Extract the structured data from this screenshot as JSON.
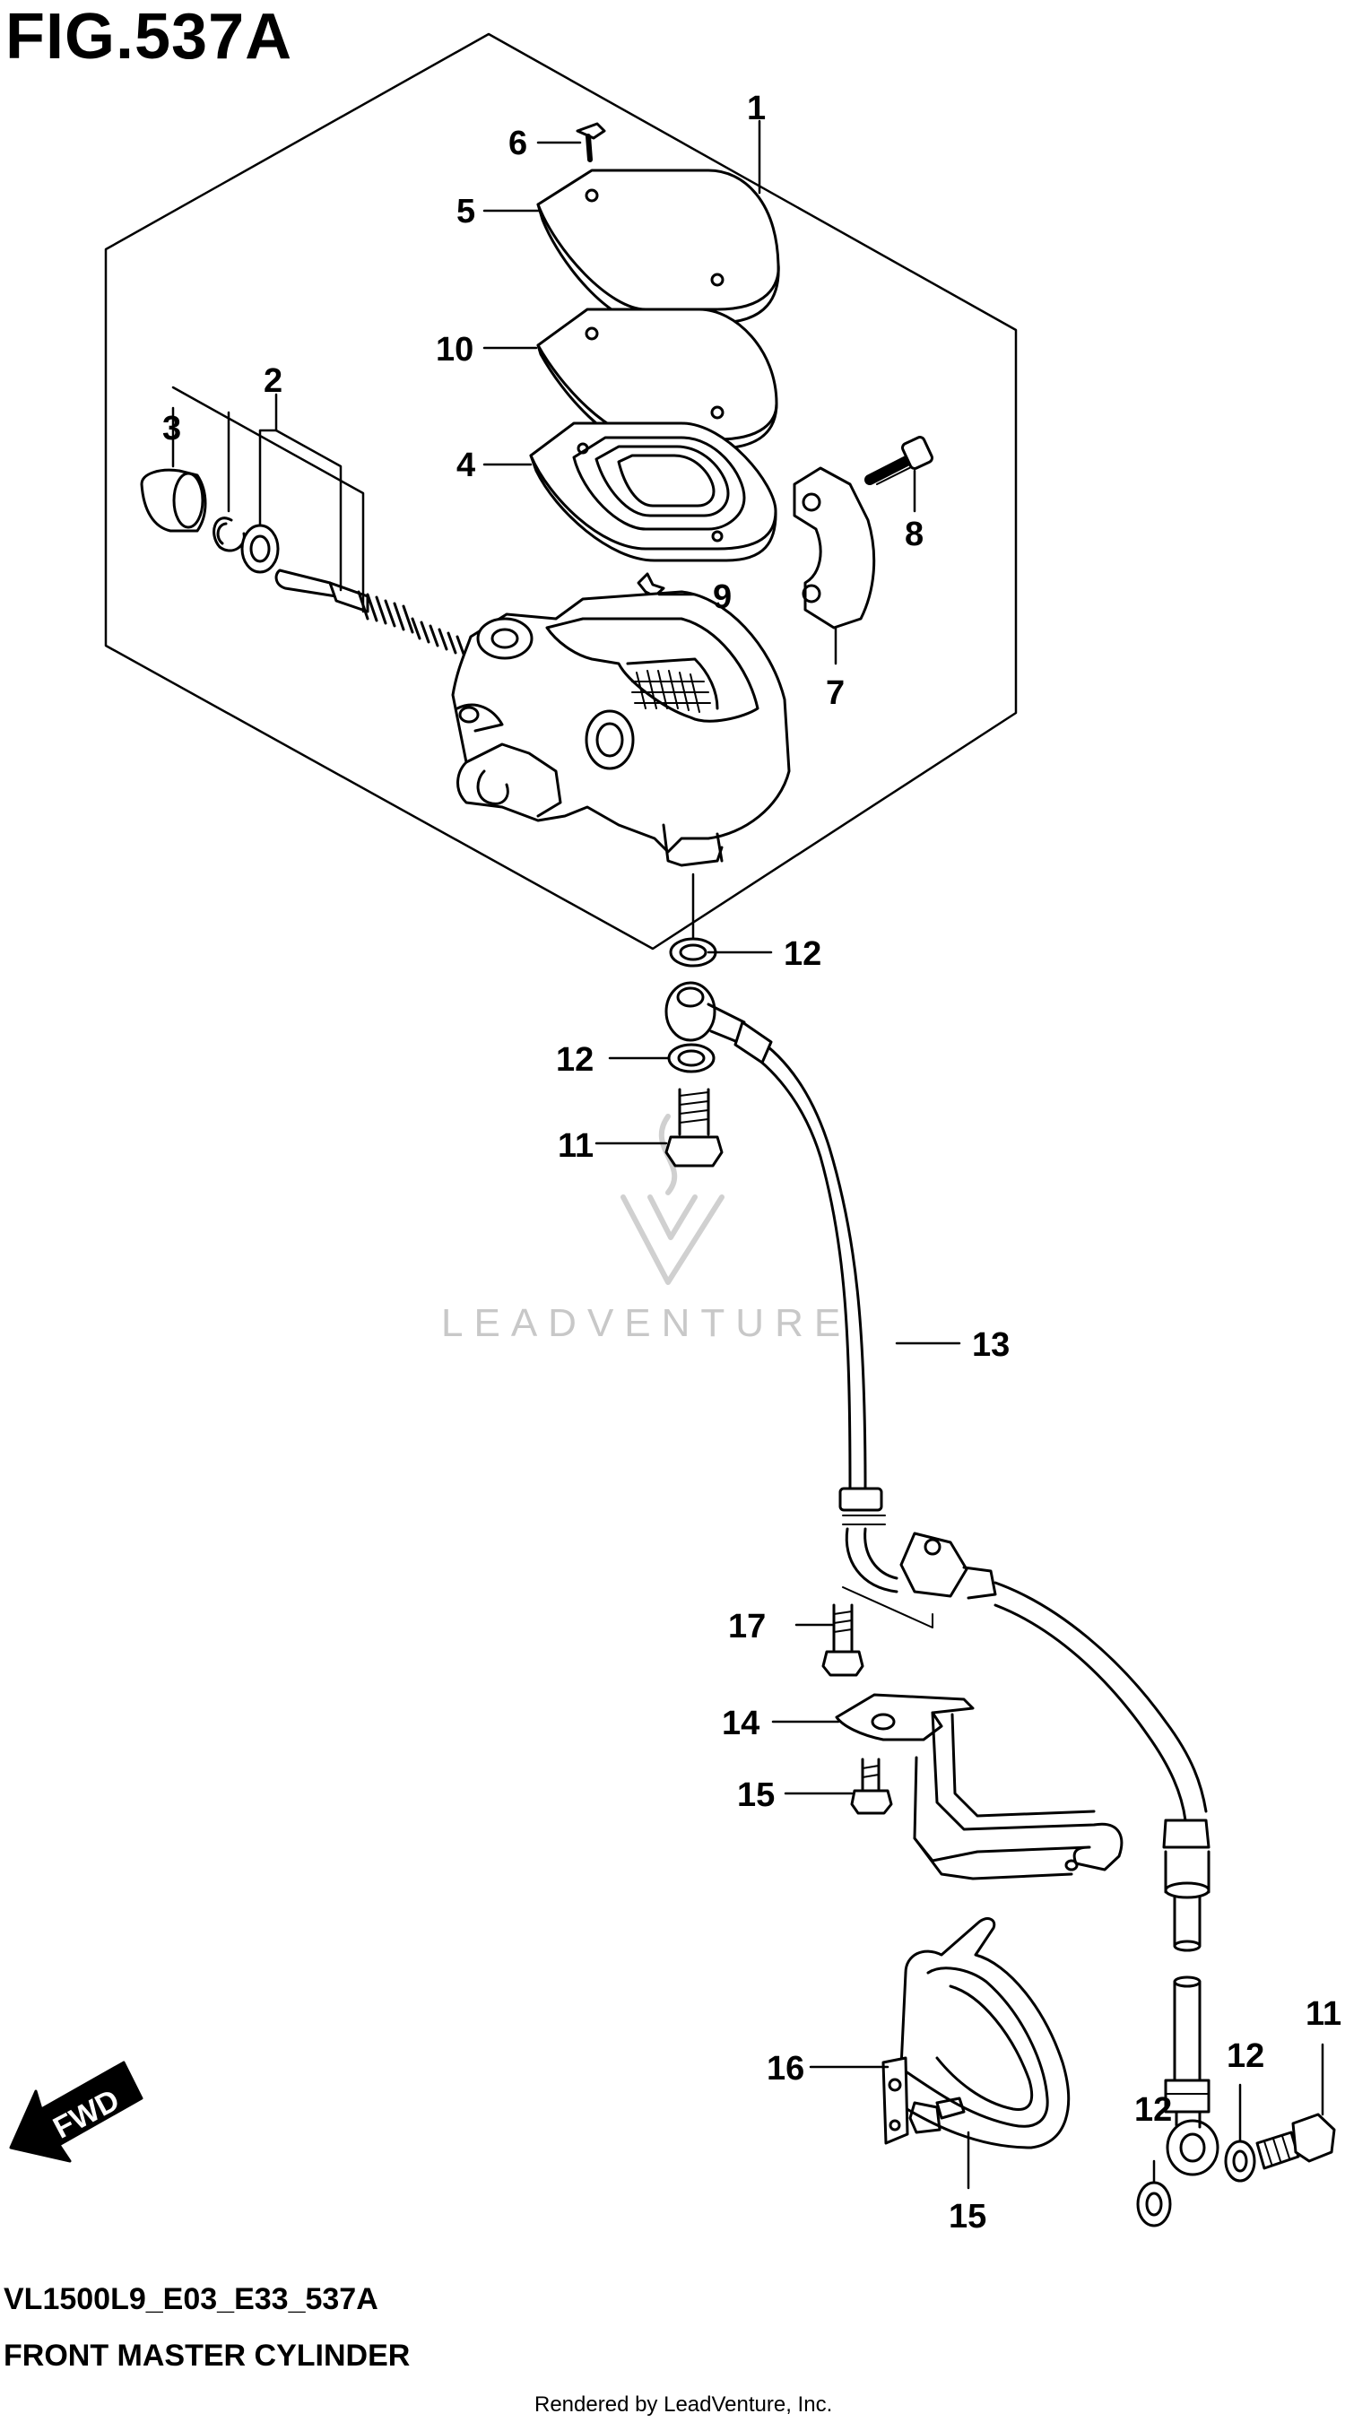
{
  "figure": {
    "title": "FIG.537A"
  },
  "callouts": [
    {
      "id": "1",
      "text": "1"
    },
    {
      "id": "2",
      "text": "2"
    },
    {
      "id": "3",
      "text": "3"
    },
    {
      "id": "4",
      "text": "4"
    },
    {
      "id": "5",
      "text": "5"
    },
    {
      "id": "6",
      "text": "6"
    },
    {
      "id": "7",
      "text": "7"
    },
    {
      "id": "8",
      "text": "8"
    },
    {
      "id": "9",
      "text": "9"
    },
    {
      "id": "10",
      "text": "10"
    },
    {
      "id": "11a",
      "text": "11"
    },
    {
      "id": "11b",
      "text": "11"
    },
    {
      "id": "12a",
      "text": "12"
    },
    {
      "id": "12b",
      "text": "12"
    },
    {
      "id": "12c",
      "text": "12"
    },
    {
      "id": "12d",
      "text": "12"
    },
    {
      "id": "13",
      "text": "13"
    },
    {
      "id": "14",
      "text": "14"
    },
    {
      "id": "15a",
      "text": "15"
    },
    {
      "id": "15b",
      "text": "15"
    },
    {
      "id": "16",
      "text": "16"
    },
    {
      "id": "17",
      "text": "17"
    }
  ],
  "direction_indicator": {
    "label": "FWD"
  },
  "watermark": {
    "text": "LEADVENTURE"
  },
  "footer": {
    "model_code": "VL1500L9_E03_E33_537A",
    "diagram_title": "FRONT MASTER CYLINDER",
    "rendered_by": "Rendered by LeadVenture, Inc."
  },
  "colors": {
    "line": "#000000",
    "watermark": "#c8c8c8",
    "fwd_fill": "#000000"
  }
}
